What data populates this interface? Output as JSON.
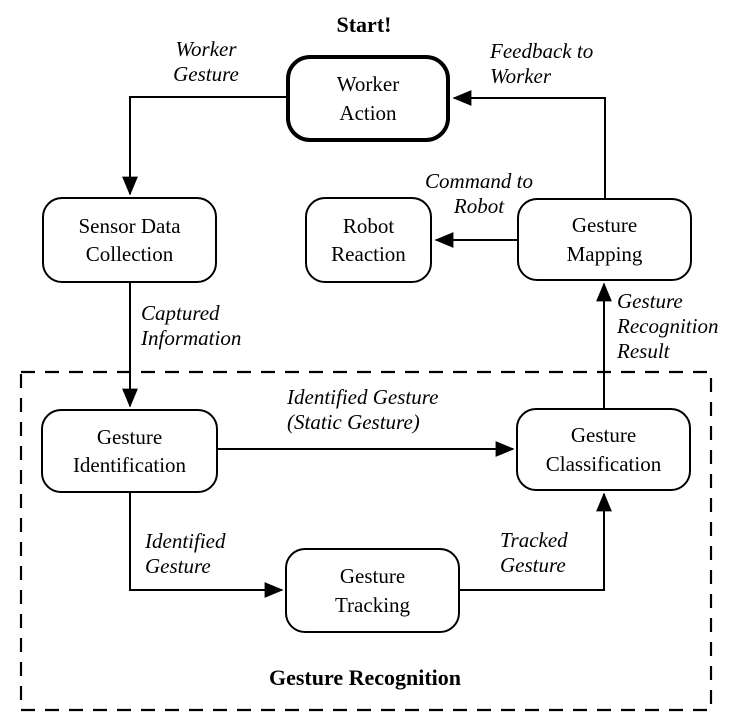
{
  "diagram": {
    "start_label": "Start!",
    "group_label": "Gesture Recognition",
    "nodes": {
      "worker_action": "Worker\nAction",
      "sensor_data_collection": "Sensor Data\nCollection",
      "robot_reaction": "Robot\nReaction",
      "gesture_mapping": "Gesture\nMapping",
      "gesture_identification": "Gesture\nIdentification",
      "gesture_classification": "Gesture\nClassification",
      "gesture_tracking": "Gesture\nTracking"
    },
    "edge_labels": {
      "worker_gesture": "Worker\nGesture",
      "feedback_to_worker": "Feedback to\nWorker",
      "command_to_robot": "Command to\nRobot",
      "captured_information": "Captured\nInformation",
      "identified_static_gesture": "Identified Gesture\n(Static Gesture)",
      "gesture_recognition_result": "Gesture\nRecognition\nResult",
      "identified_gesture": "Identified\nGesture",
      "tracked_gesture": "Tracked\nGesture"
    },
    "colors": {
      "ink": "#000000",
      "background": "#ffffff"
    }
  }
}
